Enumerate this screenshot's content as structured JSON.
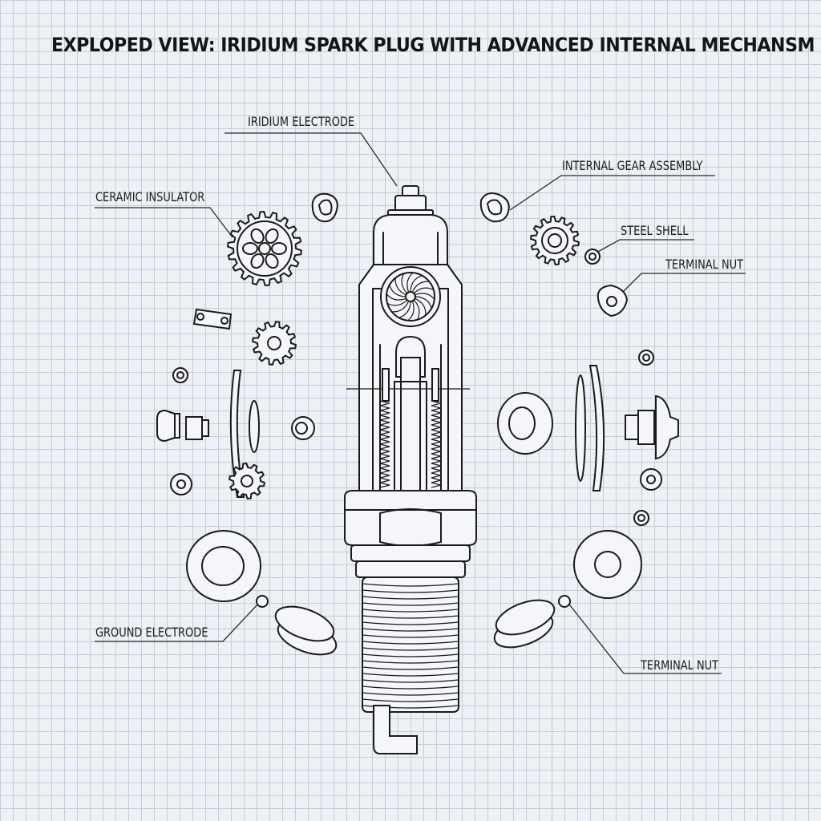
{
  "title": "EXPLOPED VIEW: IRIDIUM SPARK PLUG WITH ADVANCED INTERNAL MECHANSM",
  "labels": {
    "iridium_electrode": "IRIDIUM ELECTRODE",
    "internal_gear_assembly": "INTERNAL GEAR ASSEMBLY",
    "ceramic_insulator": "CERAMIC INSULATOR",
    "steel_shell": "STEEL SHELL",
    "terminal_nut_upper": "TERMINAL NUT",
    "ground_electrode": "GROUND ELECTRODE",
    "terminal_nut_lower": "TERMINAL NUT"
  }
}
